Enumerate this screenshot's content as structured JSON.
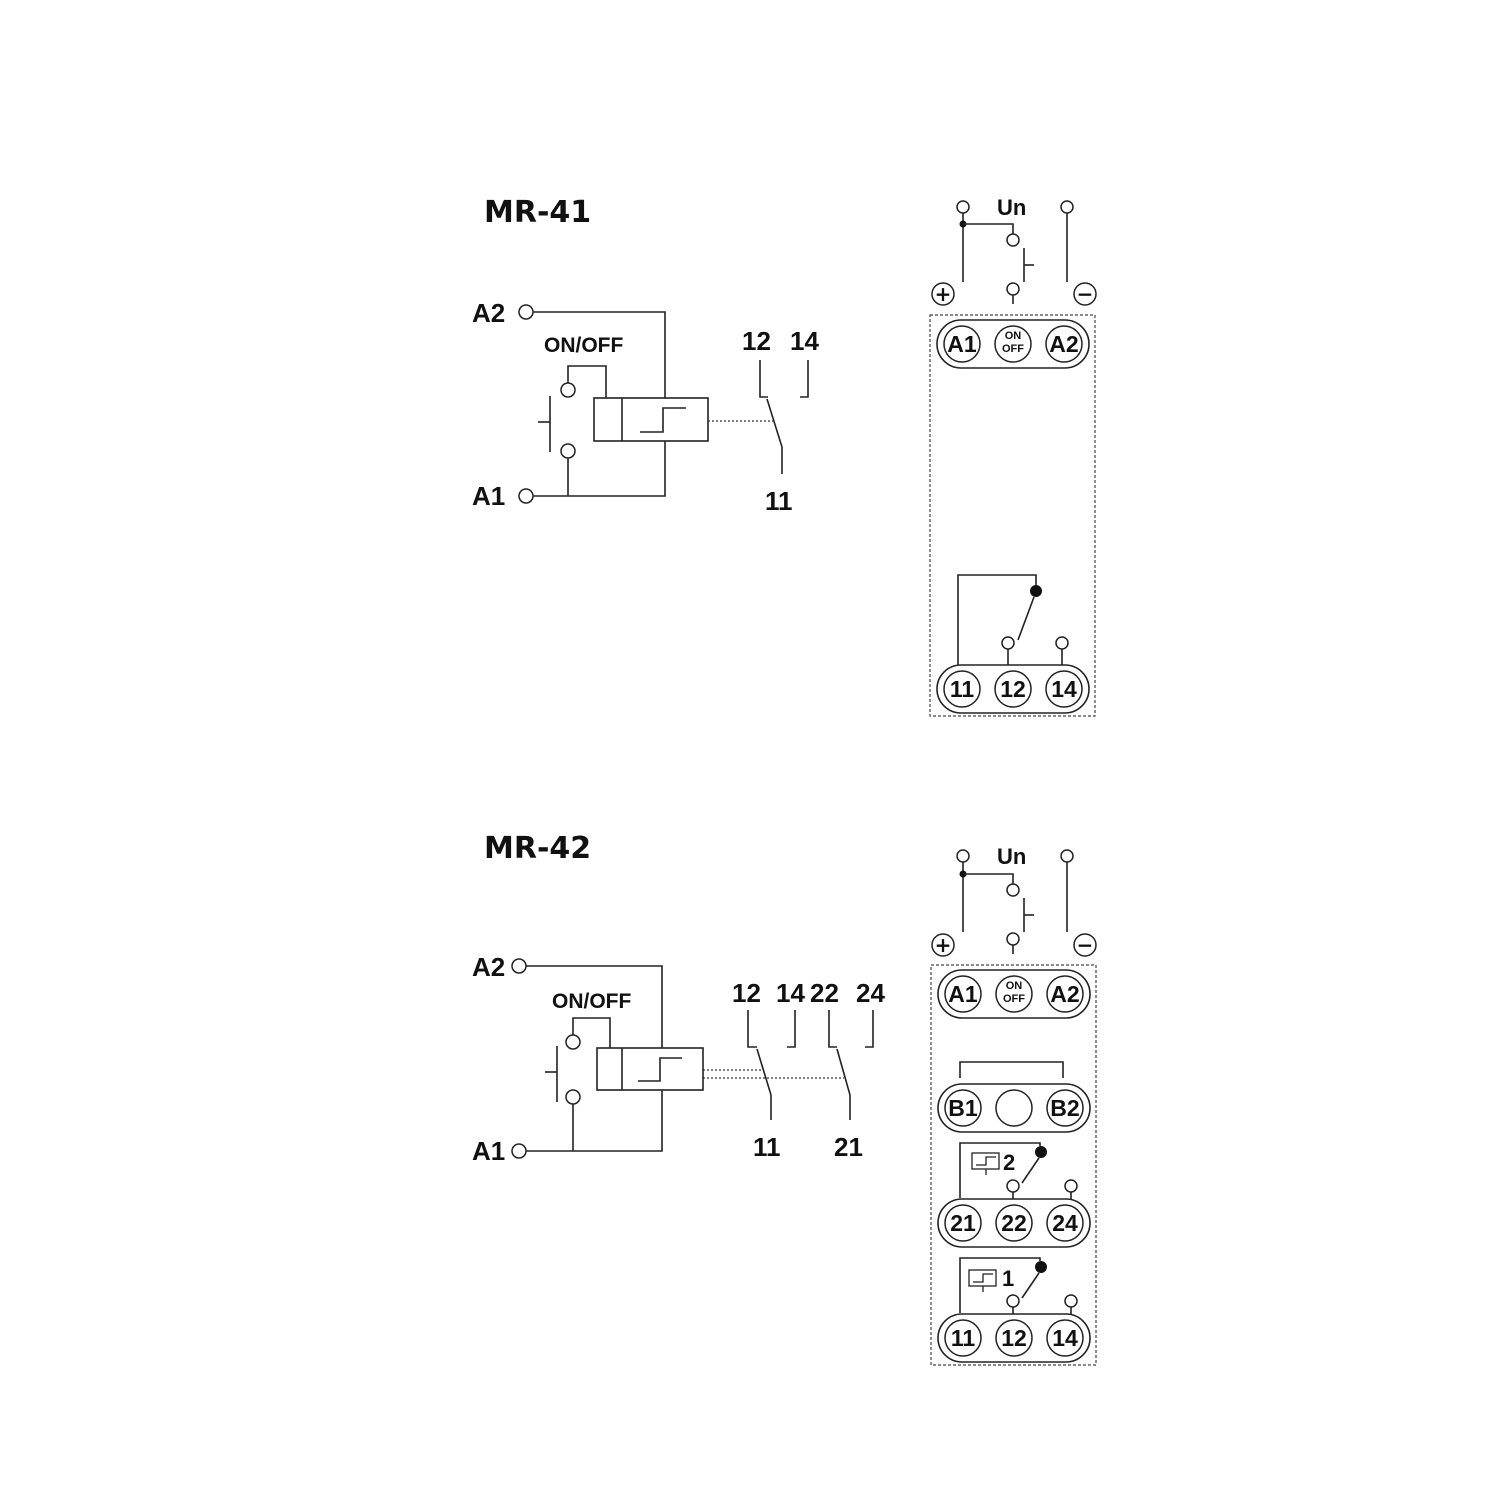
{
  "mr41": {
    "title": "MR-41",
    "schematic": {
      "a2": "A2",
      "a1": "A1",
      "onoff": "ON/OFF",
      "c12": "12",
      "c14": "14",
      "c11": "11"
    },
    "panel": {
      "un": "Un",
      "plus": "+",
      "minus": "−",
      "top_terminals": [
        "A1",
        "ON OFF",
        "A2"
      ],
      "bottom_terminals": [
        "11",
        "12",
        "14"
      ]
    }
  },
  "mr42": {
    "title": "MR-42",
    "schematic": {
      "a2": "A2",
      "a1": "A1",
      "onoff": "ON/OFF",
      "c12": "12",
      "c14": "14",
      "c22": "22",
      "c24": "24",
      "c11": "11",
      "c21": "21"
    },
    "panel": {
      "un": "Un",
      "plus": "+",
      "minus": "−",
      "top_terminals": [
        "A1",
        "ON OFF",
        "A2"
      ],
      "b_terminals": [
        "B1",
        "B2"
      ],
      "relay2_label": "2",
      "relay1_label": "1",
      "row2_terminals": [
        "21",
        "22",
        "24"
      ],
      "row1_terminals": [
        "11",
        "12",
        "14"
      ]
    }
  }
}
